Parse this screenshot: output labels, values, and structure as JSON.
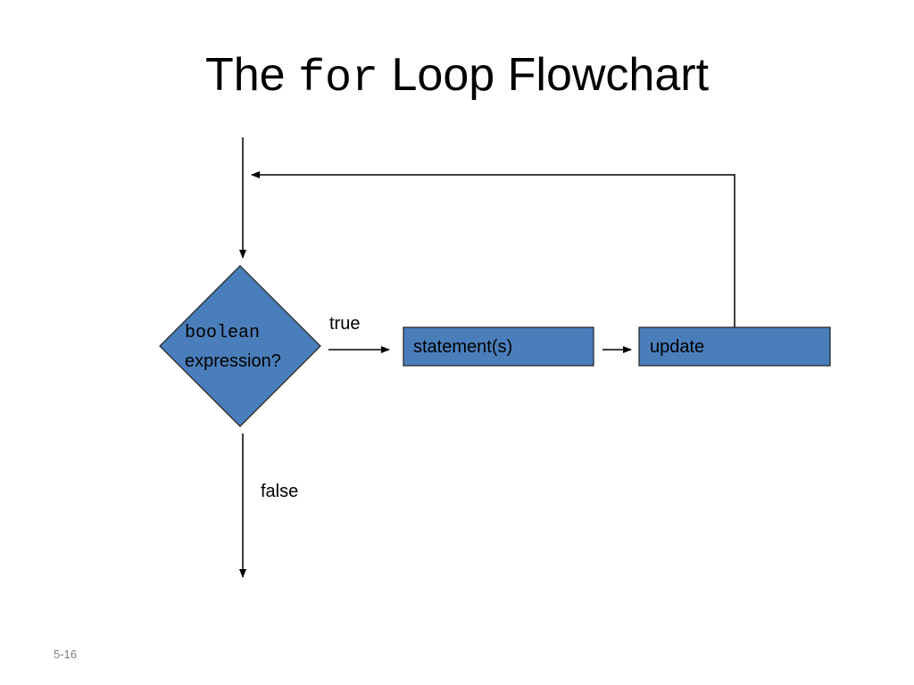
{
  "slide": {
    "title_prefix": "The",
    "title_code": "for",
    "title_suffix": "Loop Flowchart",
    "page_number": "5-16"
  },
  "flowchart": {
    "decision": {
      "line1": "boolean",
      "line2": "expression?"
    },
    "true_label": "true",
    "false_label": "false",
    "statement_box": "statement(s)",
    "update_box": "update"
  },
  "colors": {
    "shape_fill": "#4a7ebb",
    "shape_stroke": "#1f1f1f",
    "line": "#000000"
  }
}
